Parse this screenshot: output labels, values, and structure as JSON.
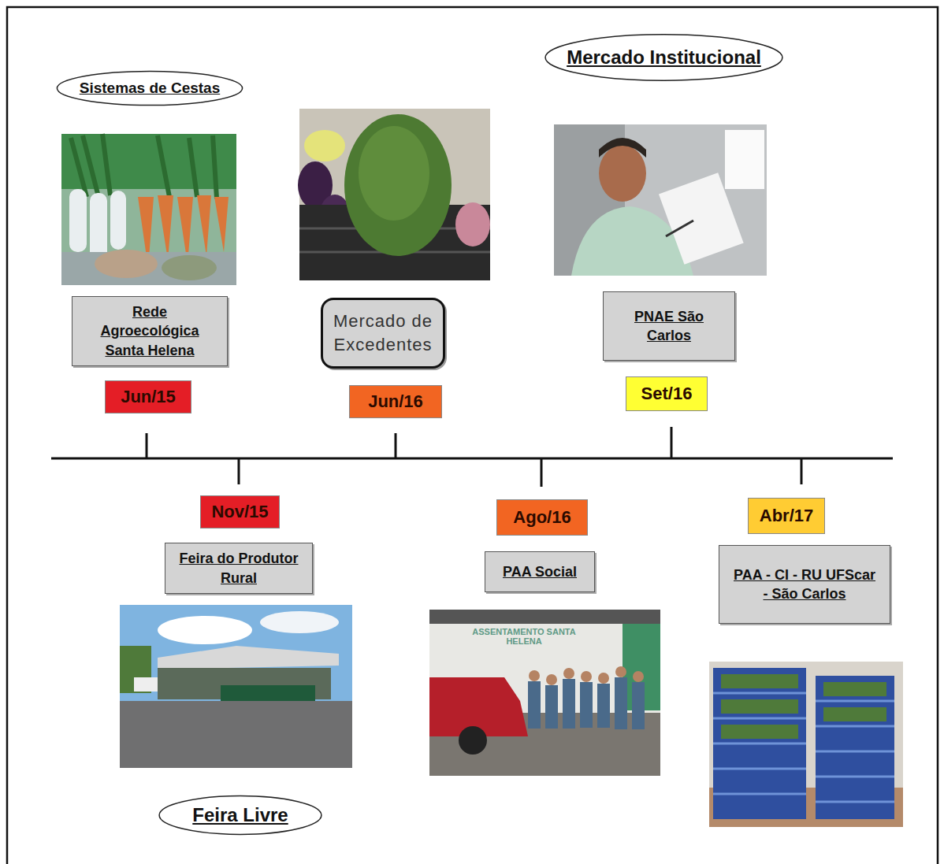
{
  "diagram": {
    "nodes": [
      {
        "text": [
          "Sistemas de Cestas"
        ]
      },
      {
        "text": [
          "Mercado Institucional"
        ]
      },
      {
        "text": [
          "Rede Agroecológica Santa Helena"
        ]
      },
      {
        "text": [
          "Mercado de Excedentes"
        ]
      },
      {
        "text": [
          "PNAE São Carlos"
        ]
      },
      {
        "text": [
          "Jun/15"
        ]
      },
      {
        "text": [
          "Jun/16"
        ]
      },
      {
        "text": [
          "Set/16"
        ]
      },
      {
        "text": [
          "Nov/15"
        ]
      },
      {
        "text": [
          "Ago/16"
        ]
      },
      {
        "text": [
          "Abr/17"
        ]
      },
      {
        "text": [
          "Feira do Produtor Rural"
        ]
      },
      {
        "text": [
          "PAA Social"
        ]
      },
      {
        "text": [
          "PAA - CI - RU UFScar - São Carlos"
        ]
      },
      {
        "text": [
          "Feira Livre"
        ]
      }
    ],
    "labels": [
      "ASSENTAMENTO SANTA HELENA"
    ]
  }
}
